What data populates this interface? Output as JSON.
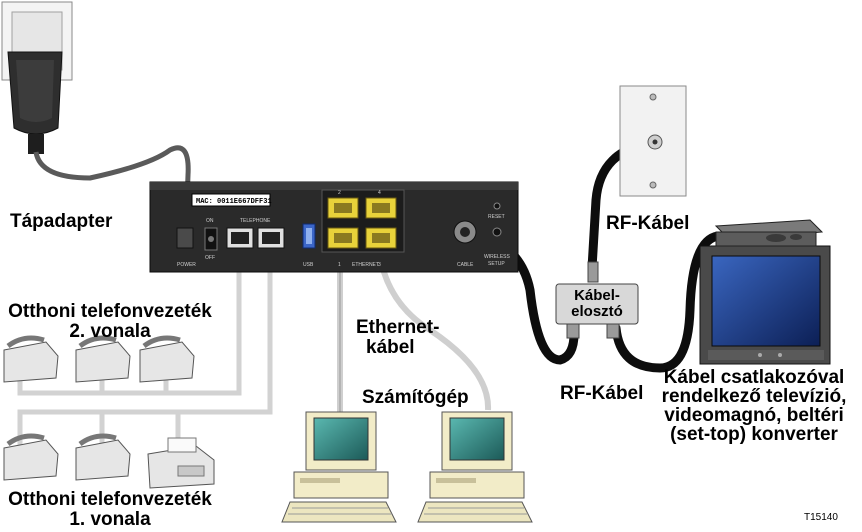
{
  "labels": {
    "power_adapter": "Tápadapter",
    "phone_line_2": [
      "Otthoni telefonvezeték",
      "2. vonala"
    ],
    "phone_line_1": [
      "Otthoni telefonvezeték",
      "1. vonala"
    ],
    "ethernet_cable": [
      "Ethernet-",
      "kábel"
    ],
    "computer": "Számítógép",
    "rf_cable_top": "RF-Kábel",
    "rf_cable_bottom": "RF-Kábel",
    "splitter": [
      "Kábel-",
      "elosztó"
    ],
    "tv_devices": [
      "Kábel csatlakozóval",
      "rendelkező televízió,",
      "videomagnó, beltéri",
      "(set-top) konverter"
    ],
    "figure_id": "T15140"
  },
  "device_panel": {
    "mac": "MAC: 0011E667DFF31",
    "power": "POWER",
    "on": "ON",
    "off": "OFF",
    "telephone": "TELEPHONE",
    "usb": "USB",
    "ethernet": "ETHERNET",
    "cable": "CABLE",
    "reset": "RESET",
    "wireless_setup": [
      "WIRELESS",
      "SETUP"
    ],
    "port_numbers": [
      "2",
      "4",
      "1",
      "3"
    ]
  },
  "colors": {
    "device_body": "#2a2a2a",
    "ethernet_ports": "#e8d23a",
    "coax_cable": "#0d0d0d",
    "phone_wire": "#d4d4d4",
    "usb_port": "#3b66c9",
    "tv_screen": "#1e3f8c",
    "computer_screen": "#2f8a86"
  }
}
